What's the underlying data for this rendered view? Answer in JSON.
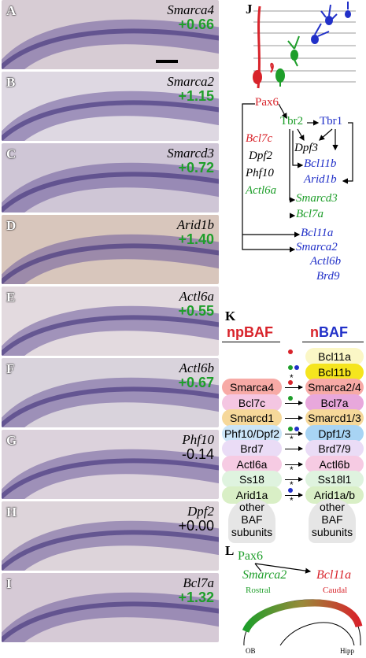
{
  "panels": [
    {
      "letter": "A",
      "gene": "Smarca4",
      "value": "+0.66",
      "highlight": true
    },
    {
      "letter": "B",
      "gene": "Smarca2",
      "value": "+1.15",
      "highlight": true
    },
    {
      "letter": "C",
      "gene": "Smarcd3",
      "value": "+0.72",
      "highlight": true
    },
    {
      "letter": "D",
      "gene": "Arid1b",
      "value": "+1.40",
      "highlight": true
    },
    {
      "letter": "E",
      "gene": "Actl6a",
      "value": "+0.55",
      "highlight": true
    },
    {
      "letter": "F",
      "gene": "Actl6b",
      "value": "+0.67",
      "highlight": true
    },
    {
      "letter": "G",
      "gene": "Phf10",
      "value": "-0.14",
      "highlight": false
    },
    {
      "letter": "H",
      "gene": "Dpf2",
      "value": "+0.00",
      "highlight": false
    },
    {
      "letter": "I",
      "gene": "Bcl7a",
      "value": "+1.32",
      "highlight": true
    }
  ],
  "section_J": {
    "label": "J",
    "pax6": "Pax6",
    "tbr2": "Tbr2",
    "tbr1": "Tbr1",
    "bcl7c": "Bcl7c",
    "dpf2": "Dpf2",
    "phf10": "Phf10",
    "actl6a": "Actl6a",
    "dpf3": "Dpf3",
    "bcl11b": "Bcl11b",
    "arid1b": "Arid1b",
    "smarcd3": "Smarcd3",
    "bcl7a": "Bcl7a",
    "bcl11a": "Bcl11a",
    "smarca2": "Smarca2",
    "actl6b": "Actl6b",
    "brd9": "Brd9"
  },
  "section_K": {
    "label": "K",
    "np_prefix": "np",
    "np_suffix": "BAF",
    "n_prefix": "n",
    "n_suffix": "BAF",
    "rows": [
      {
        "left": "",
        "right": "Bcl11a",
        "lcolor": "",
        "rcolor": "#fbf7c6"
      },
      {
        "left": "",
        "right": "Bcl11b",
        "lcolor": "",
        "rcolor": "#f5e51e"
      },
      {
        "left": "Smarca4",
        "right": "Smarca2/4",
        "lcolor": "#f7aaa6",
        "rcolor": "#f7aaa6"
      },
      {
        "left": "Bcl7c",
        "right": "Bcl7a",
        "lcolor": "#f4c6e2",
        "rcolor": "#e8a8dc"
      },
      {
        "left": "Smarcd1",
        "right": "Smarcd1/3",
        "lcolor": "#f6d89a",
        "rcolor": "#f6d89a"
      },
      {
        "left": "Phf10/Dpf2",
        "right": "Dpf1/3",
        "lcolor": "#cbe5f8",
        "rcolor": "#a8d4f4"
      },
      {
        "left": "Brd7",
        "right": "Brd7/9",
        "lcolor": "#eadcf6",
        "rcolor": "#eadcf6"
      },
      {
        "left": "Actl6a",
        "right": "Actl6b",
        "lcolor": "#f6cbe3",
        "rcolor": "#f6cbe3"
      },
      {
        "left": "Ss18",
        "right": "Ss18l1",
        "lcolor": "#dff3df",
        "rcolor": "#dff3df"
      },
      {
        "left": "Arid1a",
        "right": "Arid1a/b",
        "lcolor": "#d9efc6",
        "rcolor": "#d9efc6"
      }
    ],
    "other_left": [
      "other",
      "BAF",
      "subunits"
    ],
    "other_right": [
      "other",
      "BAF",
      "subunits"
    ]
  },
  "section_L": {
    "label": "L",
    "pax6": "Pax6",
    "smarca2": "Smarca2",
    "bcl11a": "Bcl11a",
    "rostral": "Rostral",
    "caudal": "Caudal",
    "ob": "OB",
    "hipp": "Hipp"
  },
  "scale_bar": "scale-bar"
}
